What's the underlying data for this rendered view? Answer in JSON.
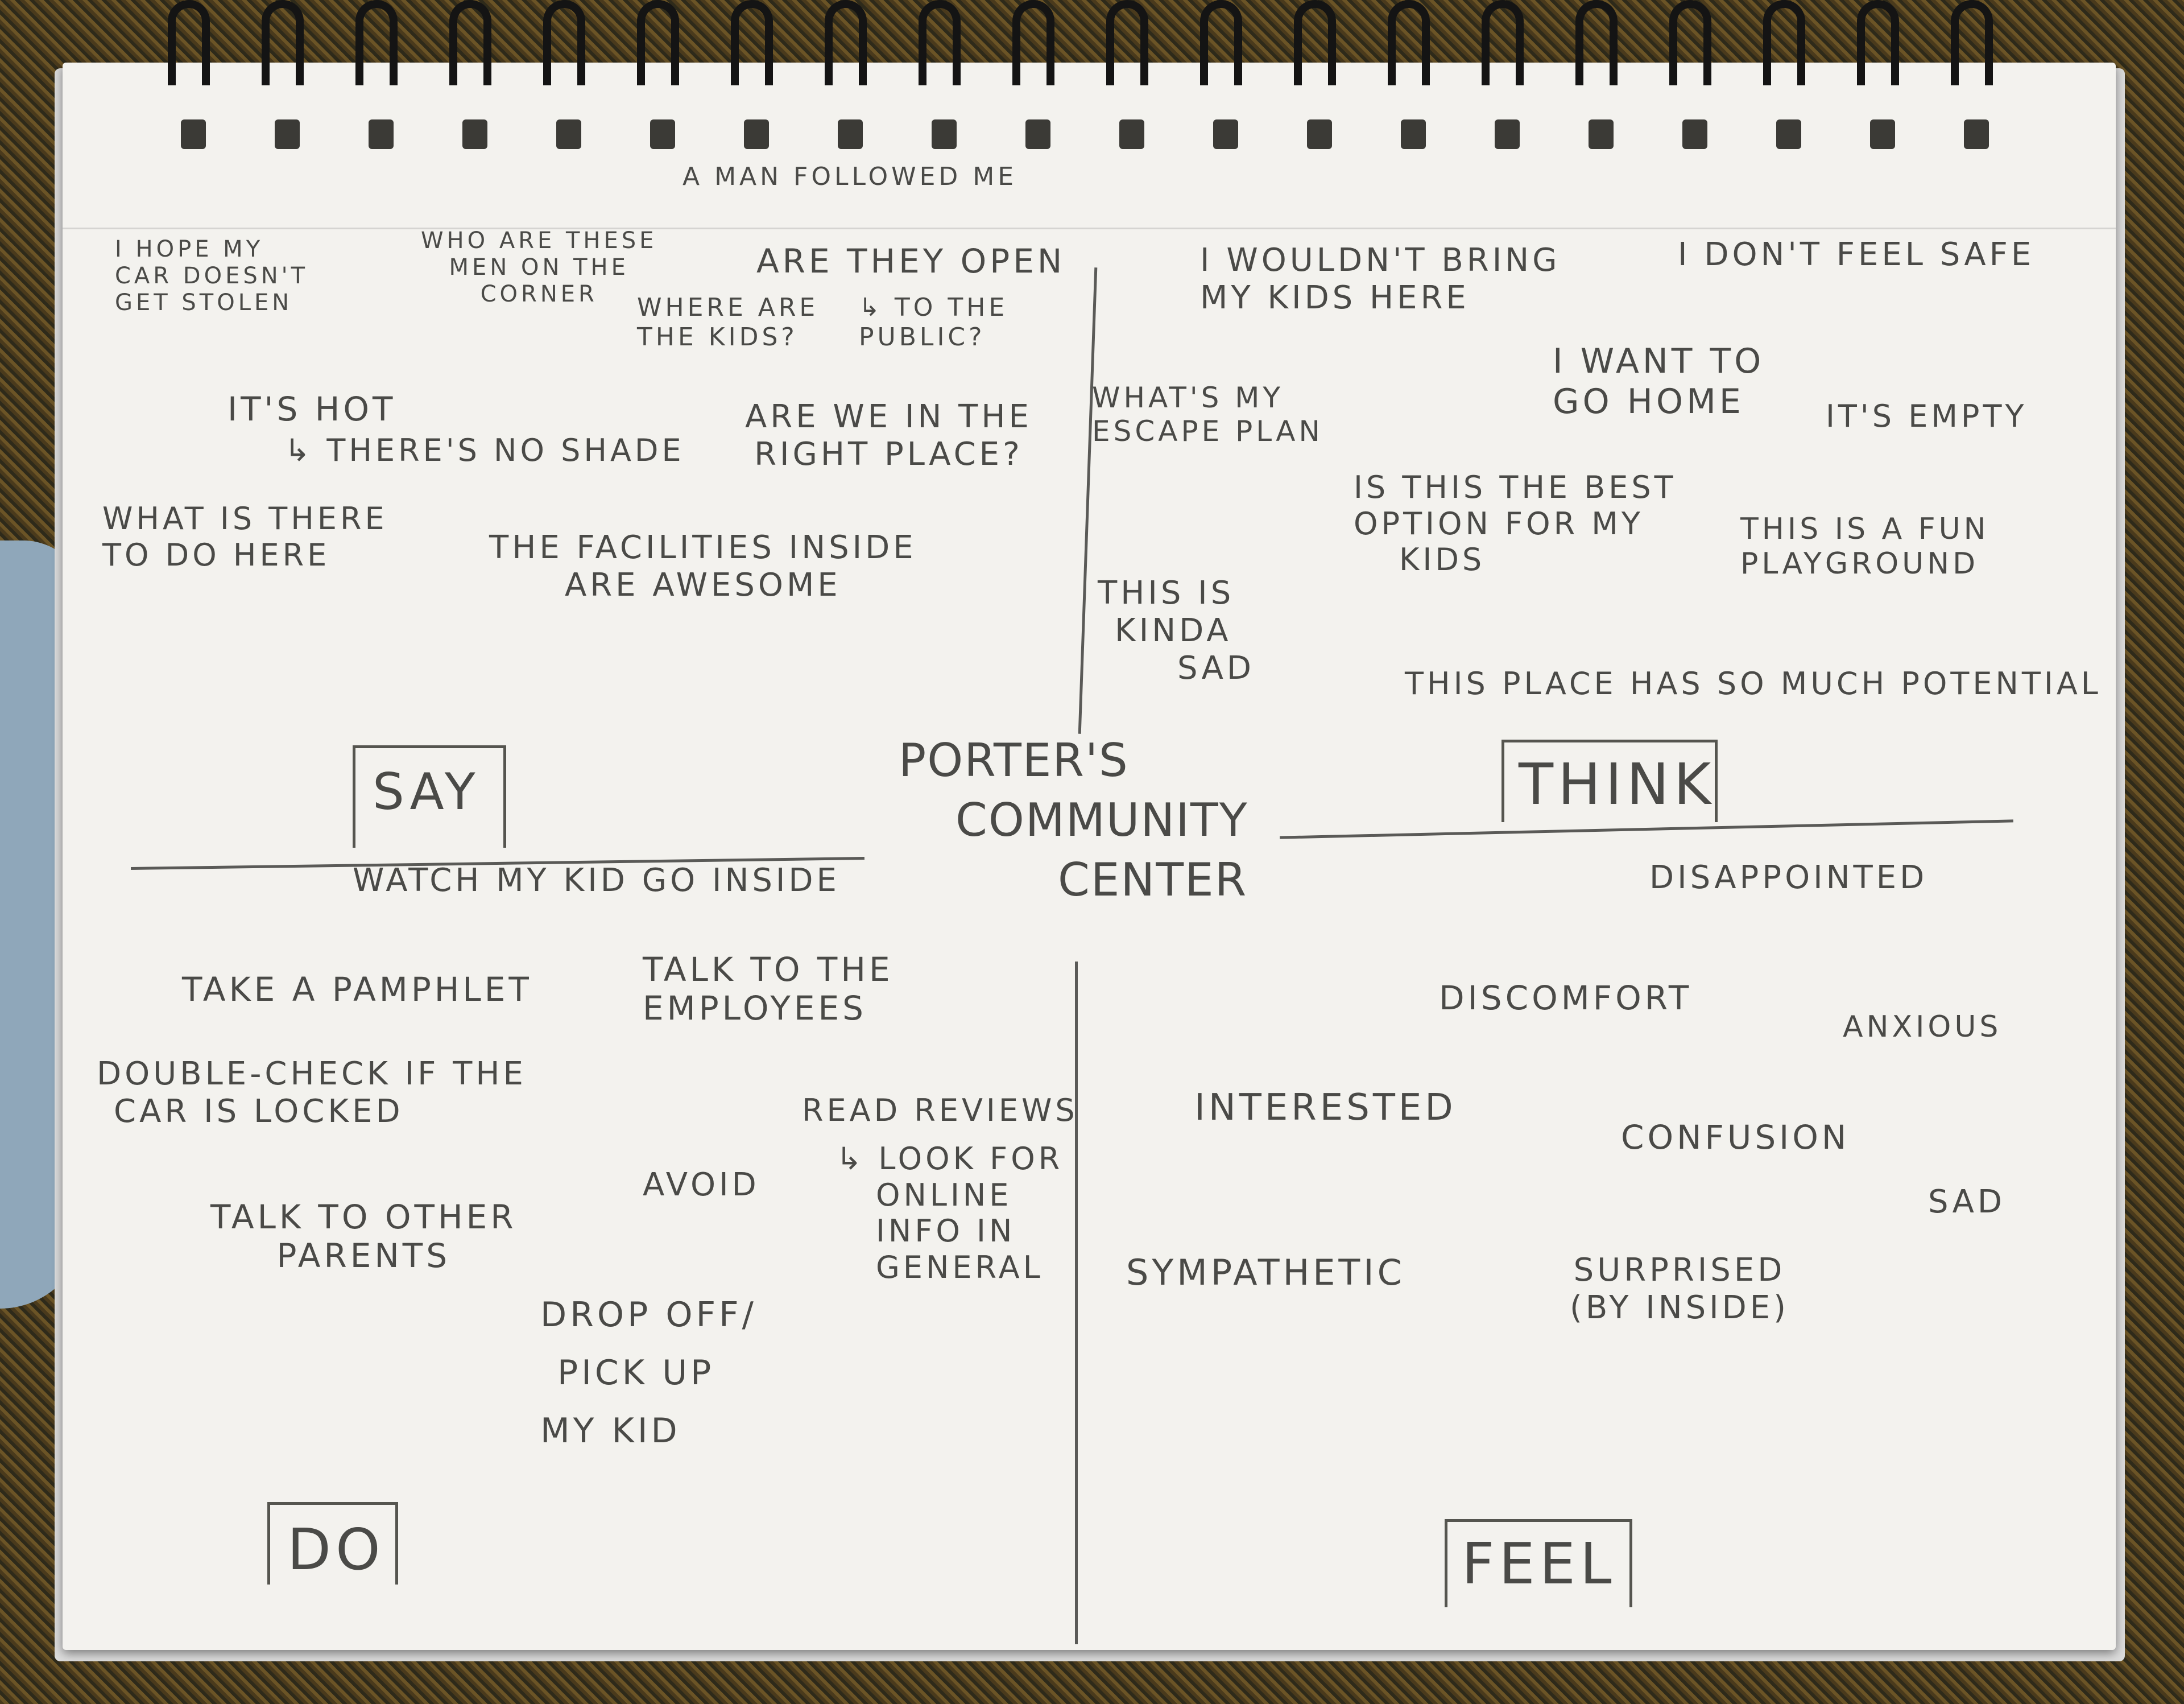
{
  "header_note": "A MAN FOLLOWED ME",
  "center_title": [
    "PORTER'S",
    "COMMUNITY",
    "CENTER"
  ],
  "quadrant_labels": {
    "say": "SAY",
    "think": "THINK",
    "do": "DO",
    "feel": "FEEL"
  },
  "say": {
    "car_stolen": [
      "I HOPE MY",
      "CAR DOESN'T",
      "GET STOLEN"
    ],
    "men_corner": [
      "WHO ARE THESE",
      "MEN ON THE",
      "CORNER"
    ],
    "open": "ARE THEY OPEN",
    "where_kids": [
      "WHERE ARE",
      "THE KIDS?"
    ],
    "to_public": [
      "↳ TO THE",
      "PUBLIC?"
    ],
    "hot": "IT'S HOT",
    "no_shade": "↳ THERE'S NO SHADE",
    "right_place": [
      "ARE WE IN THE",
      "RIGHT PLACE?"
    ],
    "what_to_do": [
      "WHAT IS THERE",
      "TO DO HERE"
    ],
    "facilities": [
      "THE FACILITIES INSIDE",
      "ARE AWESOME"
    ]
  },
  "think": {
    "wouldnt_bring": [
      "I WOULDN'T BRING",
      "MY KIDS HERE"
    ],
    "dont_feel_safe": "I DON'T FEEL SAFE",
    "escape": [
      "WHAT'S MY",
      "ESCAPE PLAN"
    ],
    "go_home": [
      "I WANT TO",
      "GO HOME"
    ],
    "empty": "IT'S EMPTY",
    "best_option": [
      "IS THIS THE BEST",
      "OPTION FOR MY",
      "KIDS"
    ],
    "fun_playground": [
      "THIS IS A FUN",
      "PLAYGROUND"
    ],
    "kinda_sad": [
      "THIS IS",
      "KINDA",
      "SAD"
    ],
    "potential": "THIS PLACE HAS SO MUCH POTENTIAL"
  },
  "do": {
    "watch": "WATCH MY KID GO INSIDE",
    "pamphlet": "TAKE A PAMPHLET",
    "employees": [
      "TALK TO THE",
      "EMPLOYEES"
    ],
    "double_check": [
      "DOUBLE-CHECK IF THE",
      "CAR IS LOCKED"
    ],
    "read_reviews": "READ REVIEWS",
    "look_for": [
      "↳ LOOK FOR",
      "ONLINE",
      "INFO IN",
      "GENERAL"
    ],
    "avoid": "AVOID",
    "other_parents": [
      "TALK TO OTHER",
      "PARENTS"
    ],
    "drop_off": [
      "DROP OFF/",
      "PICK UP",
      "MY KID"
    ]
  },
  "feel": {
    "disappointed": "DISAPPOINTED",
    "discomfort": "DISCOMFORT",
    "anxious": "ANXIOUS",
    "interested": "INTERESTED",
    "confusion": "CONFUSION",
    "sad": "SAD",
    "sympathetic": "SYMPATHETIC",
    "surprised": [
      "SURPRISED",
      "(BY INSIDE)"
    ]
  }
}
